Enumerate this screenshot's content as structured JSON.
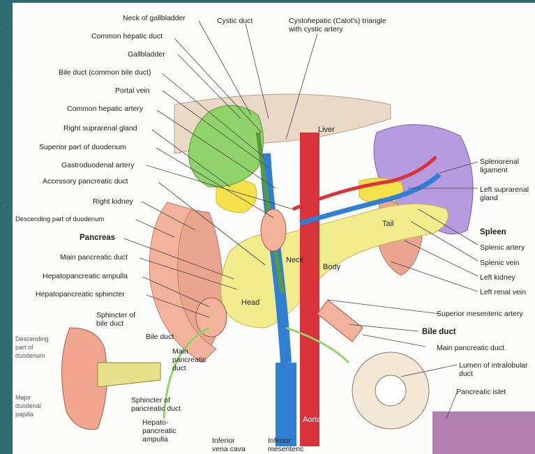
{
  "labels": {
    "neck_of_gallbladder": "Neck of gallbladder",
    "cystic_duct": "Cystic duct",
    "calots_triangle": "Cystohepatic (Calot's) triangle with cystic artery",
    "common_hepatic_duct": "Common hepatic duct",
    "gallbladder": "Gallbladder",
    "bile_duct_common": "Bile duct (common bile duct)",
    "portal_vein": "Portal vein",
    "common_hepatic_artery": "Common hepatic artery",
    "right_suprarenal_gland": "Right suprarenal gland",
    "superior_part_duodenum": "Superior part of duodenum",
    "gastroduodenal_artery": "Gastroduodenal artery",
    "accessory_pancreatic_duct": "Accessory pancreatic duct",
    "right_kidney": "Right kidney",
    "descending_part_duodenum": "Descending part of duodenum",
    "pancreas": "Pancreas",
    "main_pancreatic_duct": "Main pancreatic duct",
    "hepatopancreatic_ampulla": "Hepatopancreatic ampulla",
    "hepatopancreatic_sphincter": "Hepatopancreatic sphincter",
    "sphincter_of_bile_duct": "Sphincter of bile duct",
    "bile_duct_inset": "Bile duct",
    "descending_part_inset": "Descending part of duodenum",
    "major_duodenal_papilla": "Major duodenal papilla",
    "main_pancreatic_duct_inset": "Main pancreatic duct",
    "sphincter_of_pancreatic_duct": "Sphincter of pancreatic duct",
    "hepatopancreatic_ampulla_inset": "Hepato-pancreatic ampulla",
    "inferior_vena_cava": "Inferior vena cava",
    "inferior_mesenteric": "Inferior mesenteric",
    "liver": "Liver",
    "tail": "Tail",
    "neck": "Neck",
    "body": "Body",
    "head": "Head",
    "aorta": "Aorta",
    "splenorenal_ligament": "Splenorenal ligament",
    "left_suprarenal_gland": "Left suprarenal gland",
    "spleen": "Spleen",
    "splenic_artery": "Splenic artery",
    "splenic_vein": "Splenic vein",
    "left_kidney": "Left kidney",
    "left_renal_vein": "Left renal vein",
    "superior_mesenteric_artery": "Superior mesenteric artery",
    "bile_duct_right": "Bile duct",
    "main_pancreatic_duct_right": "Main pancreatic duct",
    "lumen_intralobular_duct": "Lumen of intralobular duct",
    "pancreatic_islet": "Pancreatic islet"
  },
  "colors": {
    "slide_background": "#2f6b72",
    "gallbladder": "#8fd36a",
    "liver": "#ead9c7",
    "spleen": "#b79be0",
    "kidney": "#e9a58f",
    "pancreas": "#f2ec8c",
    "suprarenal": "#f5e24a",
    "artery": "#d9323a",
    "vein": "#2f7fd3",
    "duodenum": "#f2b29c"
  }
}
